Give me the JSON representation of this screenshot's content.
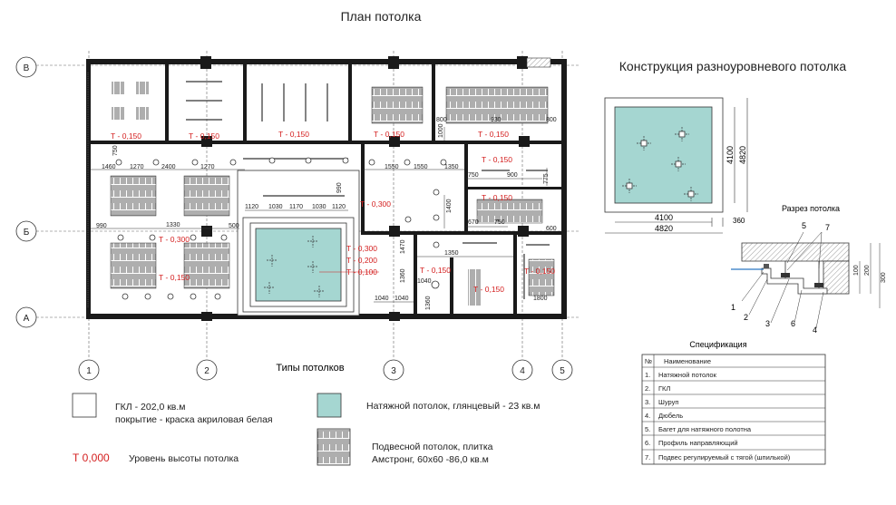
{
  "titles": {
    "plan": "План потолка",
    "construction": "Конструкция разноуровневого потолка",
    "section": "Разрез потолка",
    "types": "Типы потолков",
    "spec": "Спецификация"
  },
  "axes": {
    "rows": [
      "В",
      "Б",
      "А"
    ],
    "cols": [
      "1",
      "2",
      "3",
      "4",
      "5"
    ]
  },
  "levels": [
    "Т - 0,150",
    "Т - 0,150",
    "Т - 0,150",
    "Т - 0,150",
    "Т - 0,150",
    "Т - 0,150",
    "Т - 0,150",
    "Т - 0,300",
    "Т - 0,300",
    "Т - 0,150",
    "Т - 0,300",
    "Т - 0,200",
    "Т - 0,100",
    "Т - 0,150",
    "Т - 0,150",
    "Т - 0,150"
  ],
  "dims": [
    "800",
    "930",
    "800",
    "1000",
    "750",
    "1460",
    "1270",
    "2400",
    "1270",
    "1550",
    "1550",
    "1350",
    "750",
    "900",
    "775",
    "990",
    "1120",
    "1030",
    "1170",
    "1030",
    "1120",
    "1400",
    "670",
    "750",
    "990",
    "1330",
    "500",
    "1350",
    "1470",
    "1360",
    "1040",
    "1040",
    "1040",
    "1360",
    "1800",
    "600"
  ],
  "construction": {
    "w_inner": "4100",
    "w_outer": "4820",
    "h_inner": "4100",
    "h_outer": "4820",
    "gap": "360"
  },
  "section": {
    "callouts": [
      "5",
      "7",
      "1",
      "2",
      "3",
      "6",
      "4"
    ],
    "dims": [
      "100",
      "200",
      "300"
    ]
  },
  "legend": {
    "gkl_line1": "ГКЛ - 202,0 кв.м",
    "gkl_line2": "покрытие - краска акриловая белая",
    "stretch": "Натяжной потолок, глянцевый - 23 кв.м",
    "level_sample": "Т 0,000",
    "level_desc": "Уровень высоты потолка",
    "tile_line1": "Подвесной потолок, плитка",
    "tile_line2": "Амстронг, 60х60 -86,0 кв.м"
  },
  "spec": {
    "head_no": "№",
    "head_name": "Наименование",
    "rows": [
      {
        "no": "1.",
        "name": "Натяжной потолок"
      },
      {
        "no": "2.",
        "name": "ГКЛ"
      },
      {
        "no": "3.",
        "name": "Шуруп"
      },
      {
        "no": "4.",
        "name": "Дюбель"
      },
      {
        "no": "5.",
        "name": "Багет для натяжного полотна"
      },
      {
        "no": "6.",
        "name": "Профиль направляющий"
      },
      {
        "no": "7.",
        "name": "Подвес регулируемый с тягой (шпилькой)"
      }
    ]
  },
  "colors": {
    "stretch": "#a5d6d1",
    "level_text": "#d42020",
    "wall": "#1a1a1a"
  }
}
